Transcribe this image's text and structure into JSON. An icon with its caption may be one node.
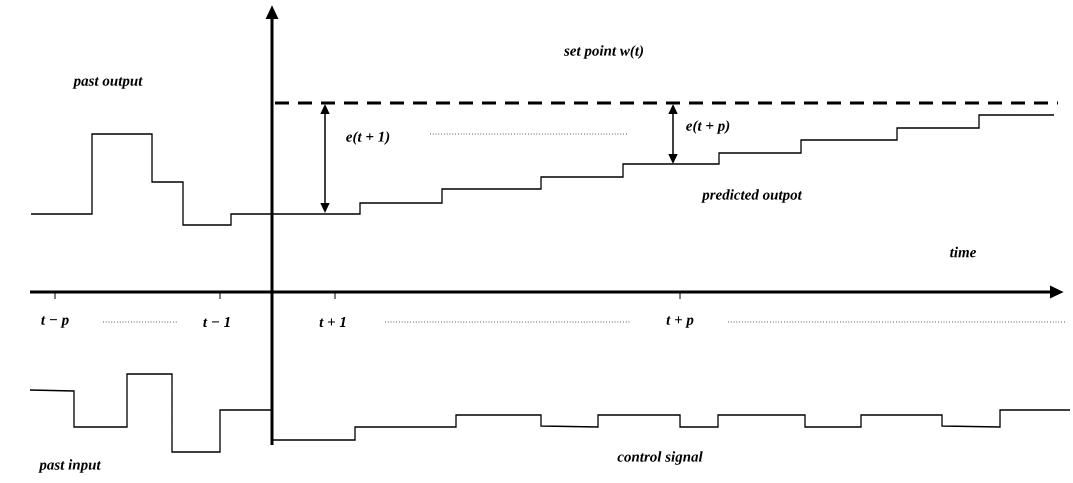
{
  "diagram": {
    "labels": [
      "set point w(t)",
      "past output",
      "e(t + 1)",
      "e(t + p)",
      "predicted outpot",
      "time",
      "t − p",
      "t − 1",
      "t + 1",
      "t + p",
      "past input",
      "control signal"
    ]
  }
}
